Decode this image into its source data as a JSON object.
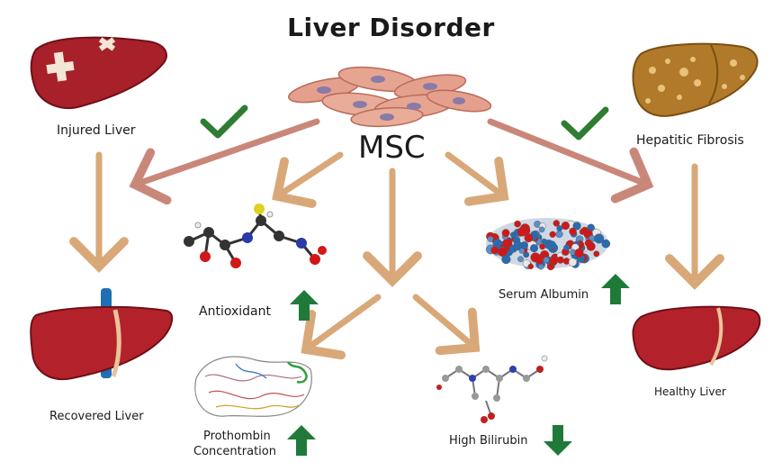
{
  "title": "Liver Disorder",
  "center": "MSC",
  "labels": {
    "injured_liver": "Injured Liver",
    "hepatic_fibrosis": "Hepatitic Fibrosis",
    "recovered_liver": "Recovered Liver",
    "healthy_liver": "Healthy Liver",
    "antioxidant": "Antioxidant",
    "serum_albumin": "Serum Albumin",
    "prothombin_line1": "Prothombin",
    "prothombin_line2": "Concentration",
    "high_bilirubin": "High Bilirubin"
  },
  "colors": {
    "arrow_main": "#c9877a",
    "arrow_tan": "#d9a878",
    "check": "#2e7d32",
    "up_arrow": "#1f7a3a",
    "liver_red": "#b3222a",
    "liver_fibrosis": "#b07a2a"
  }
}
